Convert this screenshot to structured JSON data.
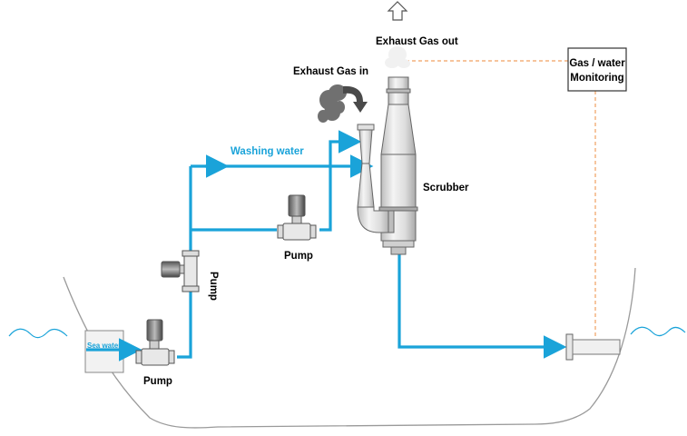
{
  "labels": {
    "exhaust_out": "Exhaust Gas out",
    "exhaust_in": "Exhaust Gas in",
    "monitor_line1": "Gas / water",
    "monitor_line2": "Monitoring",
    "washing_water": "Washing water",
    "scrubber": "Scrubber",
    "pump_middle": "Pump",
    "pump_vertical": "Pump",
    "pump_bottom": "Pump",
    "sea_water": "Sea water"
  },
  "colors": {
    "water_pipe": "#1aa3d9",
    "monitor_line": "#f0a060",
    "hull": "#9a9a9a",
    "equipment": "#d8d8d8",
    "smoke": "#707070"
  },
  "icons": {
    "exhaust_out_arrow": "up-arrow-icon",
    "exhaust_in_arrow": "curved-down-arrow-icon"
  }
}
